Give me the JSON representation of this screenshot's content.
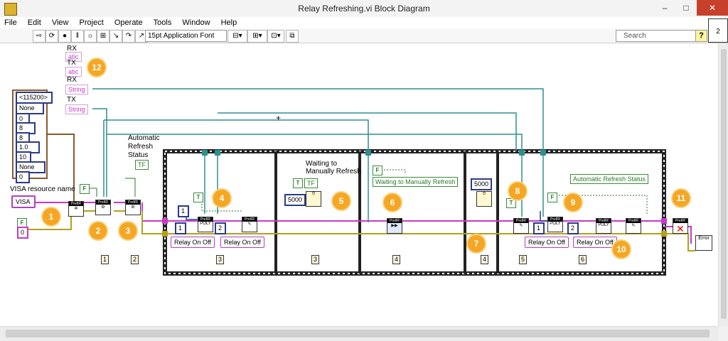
{
  "window": {
    "title": "Relay Refreshing.vi Block Diagram",
    "minimize": "–",
    "maximize": "□",
    "close": "✕"
  },
  "menu": [
    "File",
    "Edit",
    "View",
    "Project",
    "Operate",
    "Tools",
    "Window",
    "Help"
  ],
  "toolbar": {
    "font": "15pt Application Font",
    "search_placeholder": "Search",
    "help": "?"
  },
  "vi_icon": "2",
  "labels": {
    "rx1": "RX",
    "tx1": "TX",
    "rx2": "RX",
    "tx2": "TX",
    "visa_resource": "VISA resource name",
    "auto_refresh_1": "Automatic",
    "auto_refresh_2": "Refresh",
    "auto_refresh_3": "Status",
    "waiting_1": "Waiting to",
    "waiting_2": "Manually Refresh"
  },
  "constants": {
    "rx_const": "abc",
    "tx_const": "abc",
    "rx_string": "String",
    "tx_string": "String",
    "baud": "<115200>",
    "parity": "None",
    "zero1": "0",
    "data_bits_sel": "8",
    "data_bits": "8",
    "stop_bits_sel": "1.0",
    "ten": "10",
    "flow": "None",
    "zero2": "0",
    "visa": "VISA",
    "f_const": "F",
    "zero_num": "0",
    "wait_5000a": "5000",
    "wait_5000b": "5000",
    "one_a": "1",
    "two_a": "2",
    "one_b": "1",
    "two_b": "2",
    "relay_a": "Relay On Off",
    "relay_b": "Relay On Off",
    "relay_c": "Relay On Off",
    "relay_d": "Relay On Off",
    "waiting_node": "Waiting to Manually Refresh",
    "auto_node": "Automatic Refresh Status",
    "error_node": "Error",
    "tf": "TF",
    "t": "T",
    "f": "F"
  },
  "frame_numbers": [
    "1",
    "2",
    "3",
    "3",
    "4",
    "4",
    "5",
    "6"
  ],
  "badges": [
    "1",
    "2",
    "3",
    "4",
    "5",
    "6",
    "7",
    "8",
    "9",
    "10",
    "11",
    "12"
  ],
  "colors": {
    "pink_wire": "#c838c8",
    "teal_wire": "#2f8f8f",
    "yellow_wire": "#b5a01a",
    "brown_wire": "#8a5a2a",
    "badge": "#f5a623"
  }
}
